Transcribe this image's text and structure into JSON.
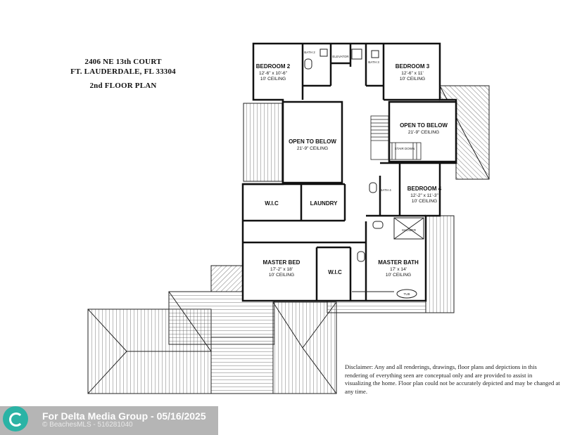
{
  "header": {
    "address_line1": "2406 NE 13th COURT",
    "address_line2": "FT. LAUDERDALE, FL 33304",
    "plan_title": "2nd FLOOR PLAN"
  },
  "rooms": {
    "bedroom2": {
      "name": "BEDROOM 2",
      "size": "12'-6\" x 10'-6\"",
      "ceiling": "10' CEILING"
    },
    "bedroom3": {
      "name": "BEDROOM 3",
      "size": "12'-6\" x 11'",
      "ceiling": "10' CEILING"
    },
    "open_left": {
      "name": "OPEN TO BELOW",
      "ceiling": "21'-9\" CEILING"
    },
    "open_right": {
      "name": "OPEN TO BELOW",
      "ceiling": "21'-9\" CEILING"
    },
    "bedroom4": {
      "name": "BEDROOM 4",
      "size": "12'-2\" x 11'-3\"",
      "ceiling": "10' CEILING"
    },
    "wic1": {
      "name": "W.I.C"
    },
    "laundry": {
      "name": "LAUNDRY"
    },
    "master_bed": {
      "name": "MASTER BED",
      "size": "17'-2\" x 18'",
      "ceiling": "10' CEILING"
    },
    "wic2": {
      "name": "W.I.C"
    },
    "master_bath": {
      "name": "MASTER BATH",
      "size": "17' x 14'",
      "ceiling": "10' CEILING"
    }
  },
  "small_labels": {
    "bath2": "BATH 2",
    "bath3": "BATH 3",
    "elevator": "ELEVATOR",
    "stair": "STAIR DOWN",
    "bath4": "BATH 4",
    "shower": "SHOWER",
    "tub": "TUB"
  },
  "disclaimer": "Disclaimer: Any and all renderings, drawings, floor plans and depictions in this rendering of everything seen are conceptual only and are provided to assist in visualizing the home. Floor plan could not be accurately depicted and may be changed at any time.",
  "watermark": {
    "brand": "For Delta Media Group - 05/16/2025",
    "mls": "© BeachesMLS - 516281040"
  }
}
